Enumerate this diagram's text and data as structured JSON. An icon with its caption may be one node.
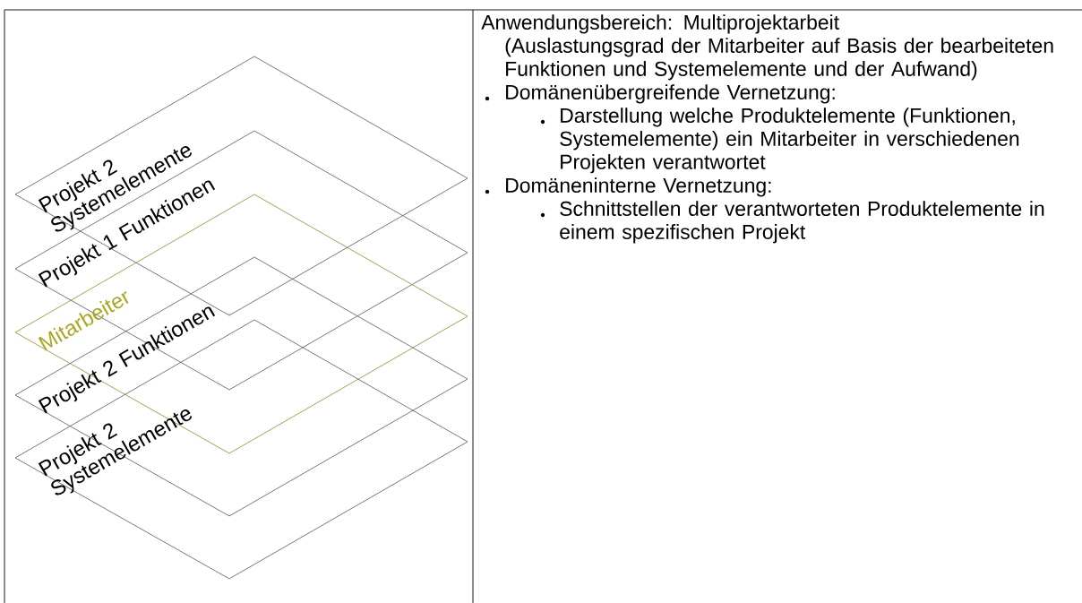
{
  "diagram": {
    "nodes": [
      {
        "text": [
          "Projekt 2 Systemelemente"
        ]
      },
      {
        "text": [
          "Projekt 1 Funktionen"
        ]
      },
      {
        "text": [
          "Mitarbeiter"
        ]
      },
      {
        "text": [
          "Projekt 2 Funktionen"
        ]
      },
      {
        "text": [
          "Projekt 2 Systemelemente"
        ]
      }
    ],
    "labels": [
      "Anwendungsbereich: Multiprojektarbeit",
      "(Auslastungsgrad der Mitarbeiter auf Basis der bearbeiteten Funktionen und Systemelemente und der Aufwand)",
      "Domänenübergreifende Vernetzung:",
      "Darstellung welche Produktelemente (Funktionen, Systemelemente) ein Mitarbeiter in verschiedenen Projekten verantwortet",
      "Domäneninterne Vernetzung:",
      "Schnittstellen der verantworteten Produktelemente in einem spezifischen Projekt"
    ]
  }
}
